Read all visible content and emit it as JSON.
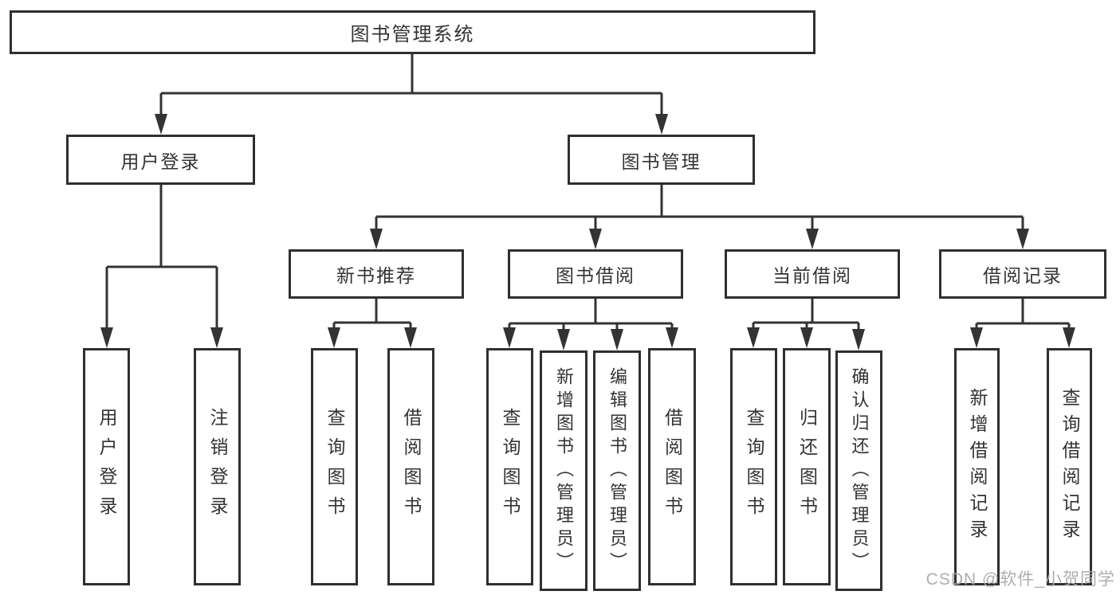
{
  "diagram": {
    "root": {
      "label": "图书管理系统"
    },
    "level2": [
      {
        "label": "用户登录"
      },
      {
        "label": "图书管理"
      }
    ],
    "level3": [
      {
        "label": "新书推荐"
      },
      {
        "label": "图书借阅"
      },
      {
        "label": "当前借阅"
      },
      {
        "label": "借阅记录"
      }
    ],
    "leaves": {
      "user_login": [
        "用户登录",
        "注销登录"
      ],
      "new_book": [
        "查询图书",
        "借阅图书"
      ],
      "book_borrow": [
        "查询图书",
        "新增图书（管理员）",
        "编辑图书（管理员）",
        "借阅图书"
      ],
      "current_borrow": [
        "查询图书",
        "归还图书",
        "确认归还（管理员）"
      ],
      "borrow_record": [
        "新增借阅记录",
        "查询借阅记录"
      ]
    }
  },
  "watermark": {
    "text": "CSDN @软件_小贺同学"
  },
  "colors": {
    "line": "#333333",
    "border": "#2f2f2f",
    "text": "#333333",
    "watermark": "#aaaaaa",
    "background": "#ffffff"
  }
}
